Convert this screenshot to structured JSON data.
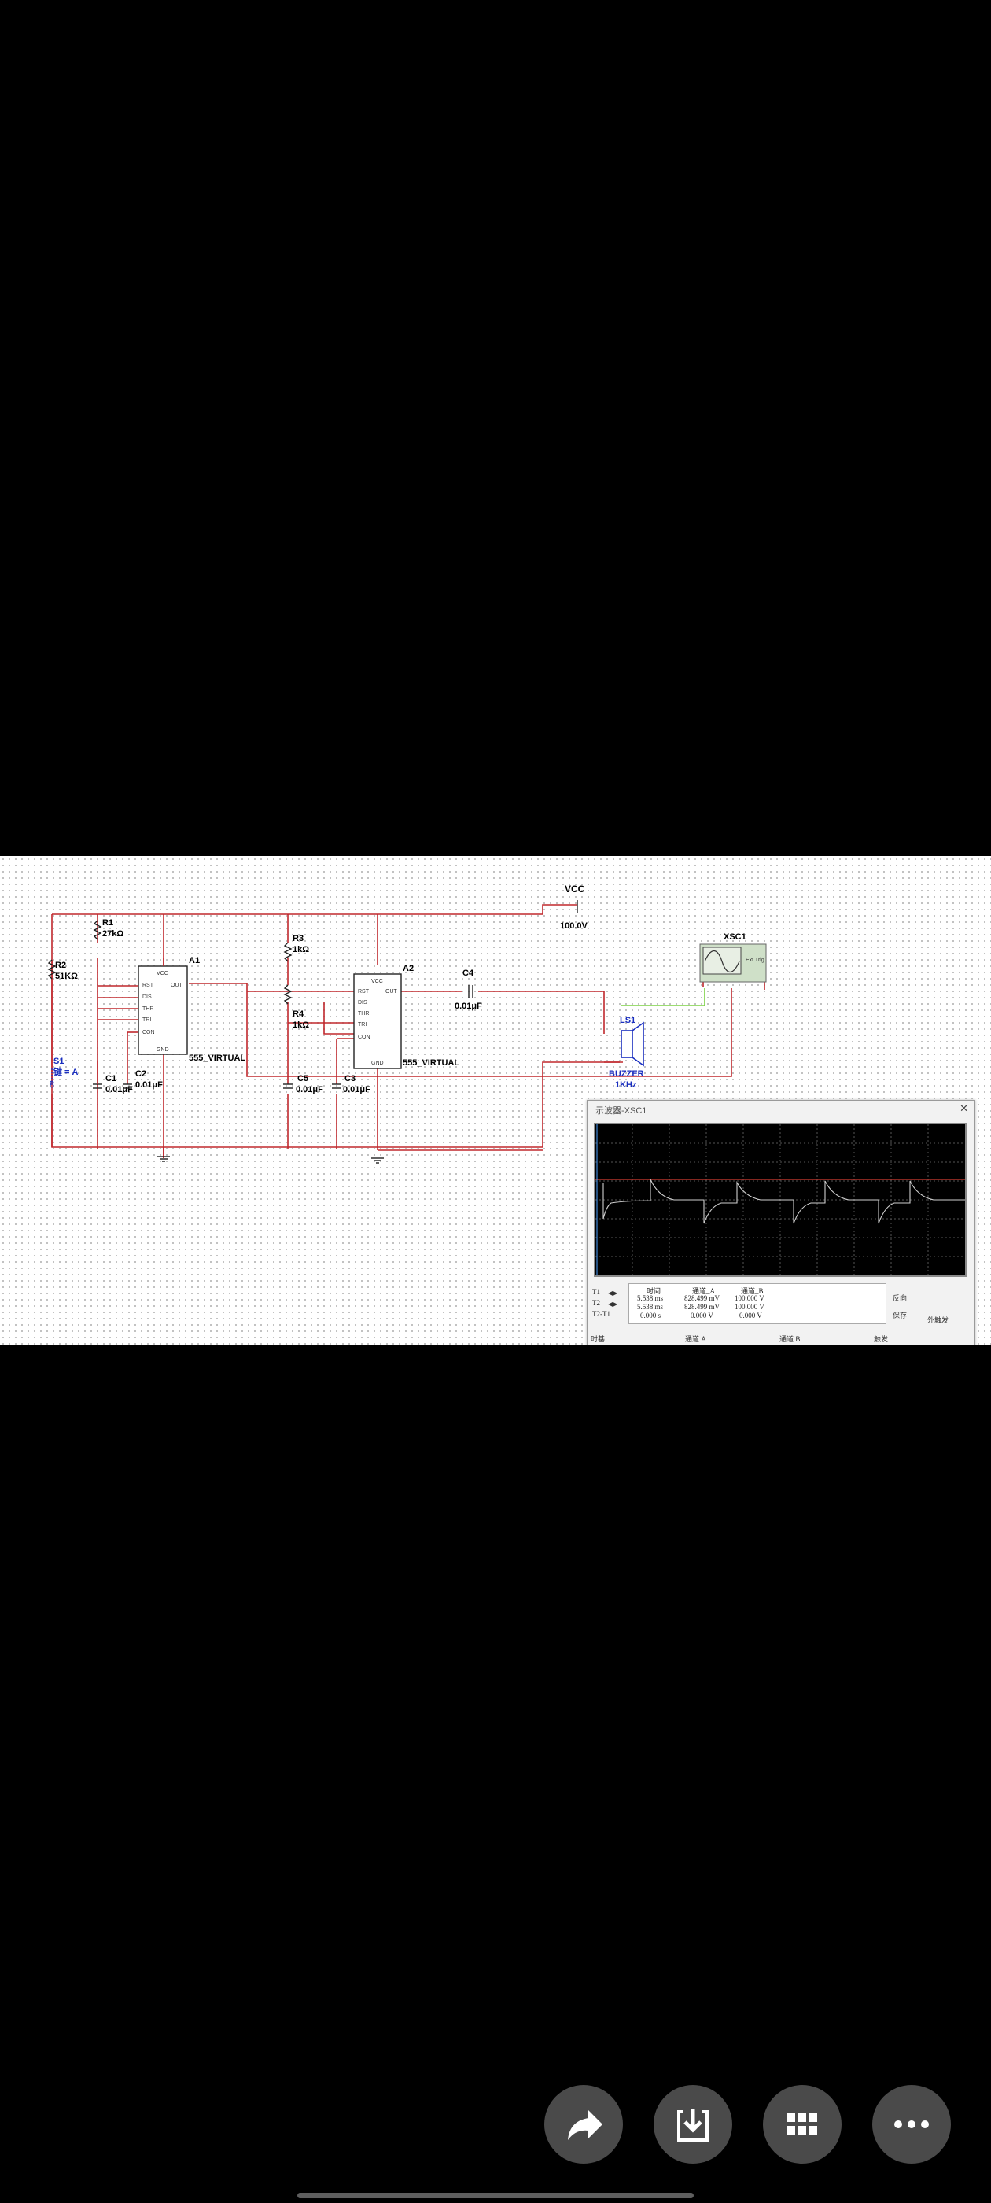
{
  "schematic": {
    "vcc_label": "VCC",
    "vcc_value": "100.0V",
    "r1": {
      "name": "R1",
      "value": "27kΩ"
    },
    "r2": {
      "name": "R2",
      "value": "51KΩ"
    },
    "r3": {
      "name": "R3",
      "value": "1kΩ"
    },
    "r4": {
      "name": "R4",
      "value": "1kΩ"
    },
    "c1": {
      "name": "C1",
      "value": "0.01μF"
    },
    "c2": {
      "name": "C2",
      "value": "0.01μF"
    },
    "c3": {
      "name": "C3",
      "value": "0.01μF"
    },
    "c4": {
      "name": "C4",
      "value": "0.01μF"
    },
    "c5": {
      "name": "C5",
      "value": "0.01μF"
    },
    "a1": {
      "name": "A1",
      "model": "555_VIRTUAL"
    },
    "a2": {
      "name": "A2",
      "model": "555_VIRTUAL"
    },
    "s1": {
      "name": "S1",
      "key": "键 = A"
    },
    "ls1": {
      "name": "LS1",
      "type": "BUZZER",
      "freq": "1KHz"
    },
    "xsc1": {
      "name": "XSC1",
      "ext": "Ext Trig"
    },
    "pins": {
      "vcc": "VCC",
      "rst": "RST",
      "dis": "DIS",
      "thr": "THR",
      "tri": "TRI",
      "con": "CON",
      "out": "OUT",
      "gnd": "GND"
    }
  },
  "scope": {
    "title": "示波器-XSC1",
    "close": "✕",
    "headers": [
      "时间",
      "通道_A",
      "通道_B"
    ],
    "rows": [
      {
        "label": "T1",
        "time": "5.538 ms",
        "a": "828.499 mV",
        "b": "100.000 V"
      },
      {
        "label": "T2",
        "time": "5.538 ms",
        "a": "828.499 mV",
        "b": "100.000 V"
      },
      {
        "label": "T2-T1",
        "time": "0.000 s",
        "a": "0.000 V",
        "b": "0.000 V"
      }
    ],
    "buttons": {
      "reverse": "反向",
      "save": "保存",
      "ext_trigger": "外触发"
    },
    "bottom": {
      "timebase": "时基",
      "channel_a": "通道 A",
      "channel_b": "通道 B",
      "trigger": "触发"
    }
  },
  "actions": {
    "share": "share-icon",
    "download": "download-icon",
    "apps": "grid-icon",
    "more": "more-icon"
  },
  "colors": {
    "wire": "#c0282d",
    "trace_a": "#cfcfcf",
    "trace_b": "#d23c32",
    "switch": "#1a2fbf"
  }
}
